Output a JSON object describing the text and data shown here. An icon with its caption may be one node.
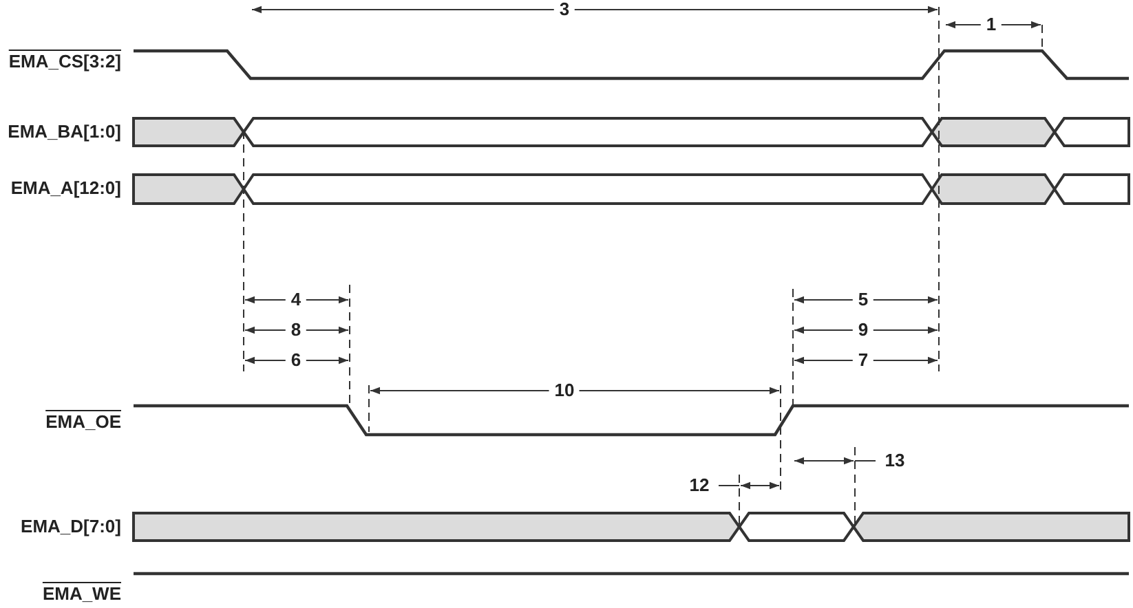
{
  "diagram": {
    "labels": [
      "3",
      "1",
      "EMA_CS[3:2]",
      "EMA_BA[1:0]",
      "EMA_A[12:0]",
      "4",
      "5",
      "8",
      "9",
      "6",
      "7",
      "10",
      "EMA_OE",
      "13",
      "12",
      "EMA_D[7:0]",
      "EMA_WE"
    ]
  }
}
